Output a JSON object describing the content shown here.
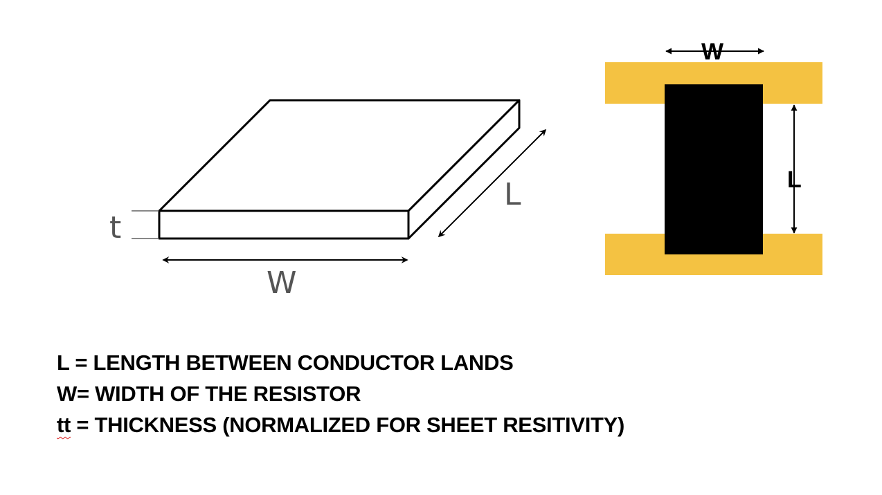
{
  "left_diagram": {
    "label_t": "t",
    "label_w": "W",
    "label_l": "L"
  },
  "right_diagram": {
    "label_w": "W",
    "label_l": "L",
    "colors": {
      "conductor_land": "#F4C242",
      "resistor_body": "#000000"
    }
  },
  "legend": {
    "line1": "L = LENGTH BETWEEN CONDUCTOR LANDS",
    "line2": "W= WIDTH OF THE RESISTOR",
    "line3_prefix": "tt",
    "line3_rest": " = THICKNESS (NORMALIZED FOR SHEET RESITIVITY)"
  }
}
